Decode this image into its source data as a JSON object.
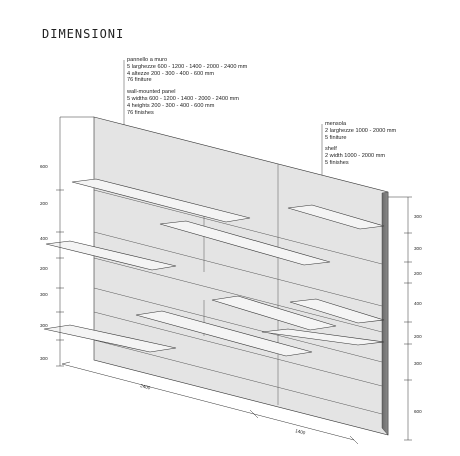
{
  "title": "DIMENSIONI",
  "panel_note": {
    "it": [
      "pannello a muro",
      "5 larghezze 600 - 1200 - 1400 - 2000 - 2400 mm",
      "4 altezze 200 - 300 - 400 - 600 mm",
      "76 finiture"
    ],
    "en": [
      "wall-mounted panel",
      "5 widths 600 - 1200 - 1400 - 2000 - 2400 mm",
      "4 heights 200 - 300 - 400 - 600 mm",
      "76 finishes"
    ]
  },
  "shelf_note": {
    "it": [
      "mensola",
      "2 larghezze 1000 - 2000 mm",
      "5 finiture"
    ],
    "en": [
      "shelf",
      "2 width 1000 - 2000 mm",
      "5 finishes"
    ]
  },
  "left_dims": [
    "600",
    "200",
    "400",
    "200",
    "300",
    "300",
    "300"
  ],
  "right_dims": [
    "300",
    "300",
    "200",
    "400",
    "200",
    "300",
    "600"
  ],
  "bottom_dims": [
    "2400",
    "1400"
  ]
}
